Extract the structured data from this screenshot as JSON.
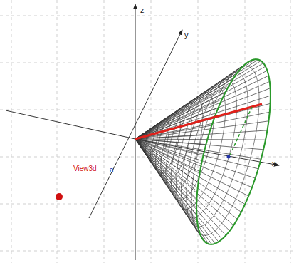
{
  "diagram": {
    "labels": [
      "z",
      "y",
      "x",
      "View3d",
      "a"
    ]
  }
}
